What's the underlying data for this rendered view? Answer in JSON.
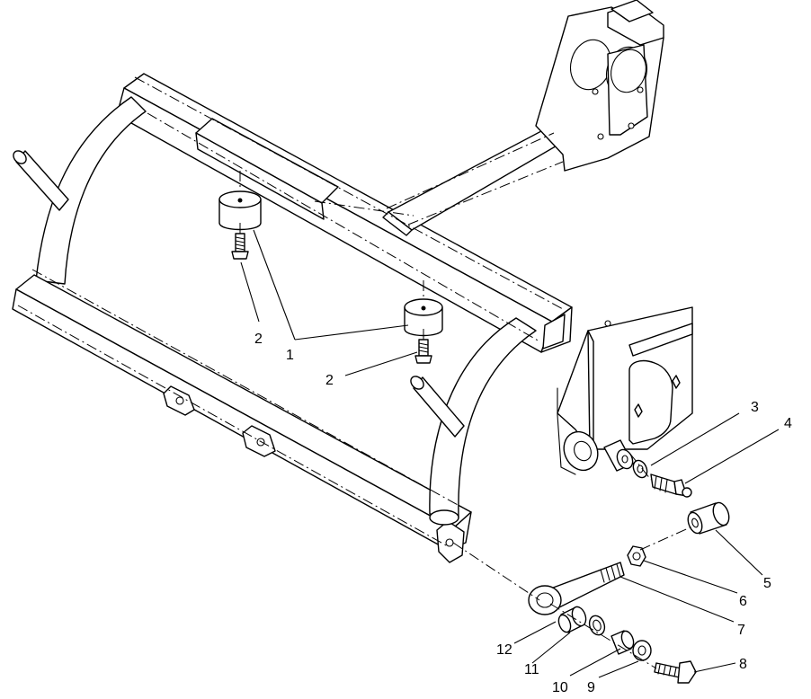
{
  "callouts": [
    {
      "id": "c1",
      "label": "1"
    },
    {
      "id": "c2a",
      "label": "2"
    },
    {
      "id": "c2b",
      "label": "2"
    },
    {
      "id": "c3",
      "label": "3"
    },
    {
      "id": "c4",
      "label": "4"
    },
    {
      "id": "c5",
      "label": "5"
    },
    {
      "id": "c6",
      "label": "6"
    },
    {
      "id": "c7",
      "label": "7"
    },
    {
      "id": "c8",
      "label": "8"
    },
    {
      "id": "c9",
      "label": "9"
    },
    {
      "id": "c10",
      "label": "10"
    },
    {
      "id": "c11",
      "label": "11"
    },
    {
      "id": "c12",
      "label": "12"
    }
  ]
}
